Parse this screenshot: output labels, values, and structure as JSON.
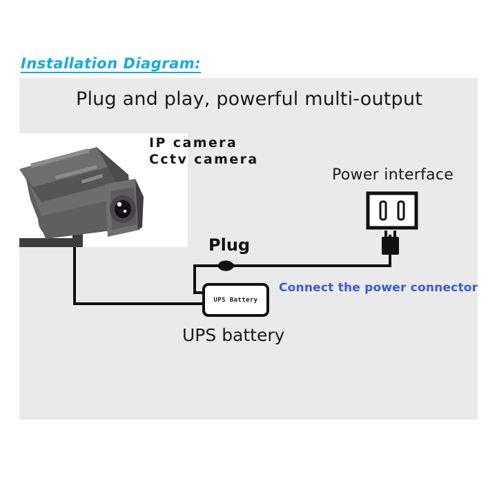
{
  "section": {
    "title": "Installation Diagram:"
  },
  "panel": {
    "headline": "Plug and play, powerful multi-output",
    "background_color": "#eaeaea"
  },
  "camera": {
    "icon": "cctv-camera-icon",
    "label_line1": "IP camera",
    "label_line2": "Cctv camera"
  },
  "plug": {
    "label": "Plug",
    "icon": "inline-plug-connector-icon"
  },
  "power": {
    "label": "Power interface",
    "outlet_icon": "wall-outlet-icon",
    "plug_icon": "two-prong-plug-icon"
  },
  "ups": {
    "box_text": "UPS Battery",
    "caption": "UPS battery"
  },
  "annotation": {
    "text": "Connect the power connector",
    "color": "#3a5bd0"
  },
  "colors": {
    "title": "#18a8e0",
    "panel": "#eaeaea",
    "wire": "#111111",
    "camera_body": "#6e6e6e",
    "camera_dark": "#3c3c3c"
  }
}
